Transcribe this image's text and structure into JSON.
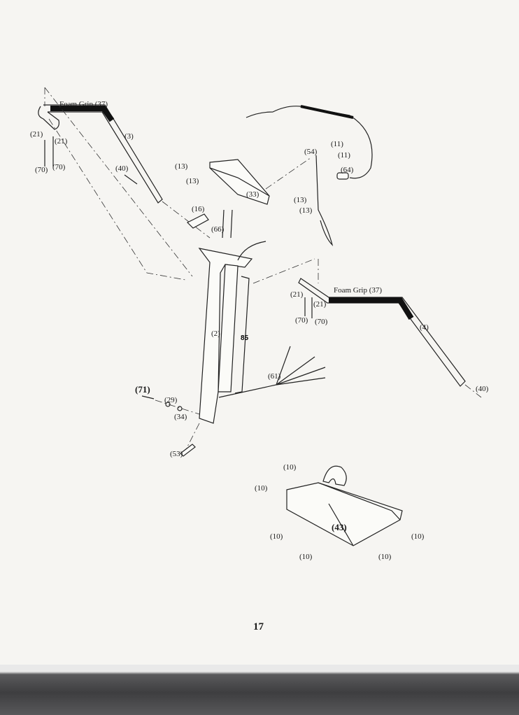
{
  "page_number": "17",
  "labels": {
    "foam_grip_left": "Foam Grip (37)",
    "part_3": "(3)",
    "part_21_a": "(21)",
    "part_21_b": "(21)",
    "part_70_a": "(70)",
    "part_70_b": "(70)",
    "part_40_left": "(40)",
    "part_13_a": "(13)",
    "part_13_b": "(13)",
    "part_33": "(33)",
    "part_13_c": "(13)",
    "part_13_d": "(13)",
    "part_16": "(16)",
    "part_66": "(66)",
    "part_54": "(54)",
    "part_11_a": "(11)",
    "part_11_b": "(11)",
    "part_64": "(64)",
    "part_21_c": "(21)",
    "part_21_d": "(21)",
    "part_70_c": "(70)",
    "part_70_d": "(70)",
    "foam_grip_right": "Foam Grip (37)",
    "part_4": "(4)",
    "part_40_right": "(40)",
    "part_2": "(2)",
    "part_85": "85",
    "part_61": "(61)",
    "part_71": "(71)",
    "part_29": "(29)",
    "part_34": "(34)",
    "part_53": "(53)",
    "part_10_a": "(10)",
    "part_10_b": "(10)",
    "part_10_c": "(10)",
    "part_43": "(43)",
    "part_10_d": "(10)",
    "part_10_e": "(10)",
    "part_10_f": "(10)"
  }
}
